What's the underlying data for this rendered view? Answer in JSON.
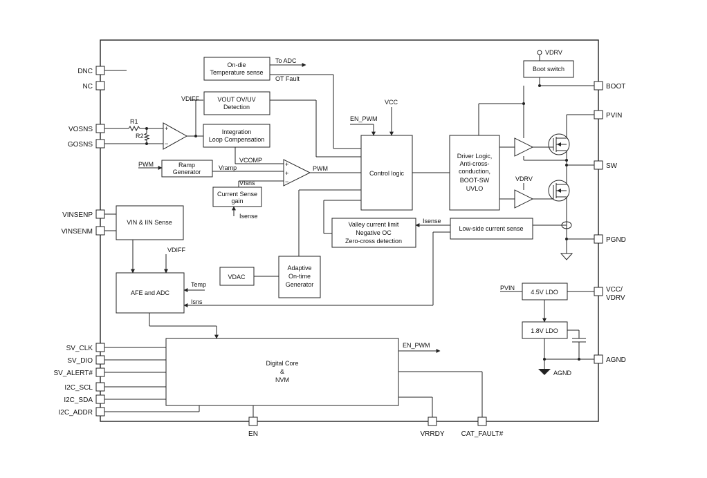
{
  "pins": {
    "dnc": "DNC",
    "nc": "NC",
    "vosns": "VOSNS",
    "gosns": "GOSNS",
    "vinsenp": "VINSENP",
    "vinsenm": "VINSENM",
    "sv_clk": "SV_CLK",
    "sv_dio": "SV_DIO",
    "sv_alert": "SV_ALERT#",
    "i2c_scl": "I2C_SCL",
    "i2c_sda": "I2C_SDA",
    "i2c_addr": "I2C_ADDR",
    "boot": "BOOT",
    "pvin": "PVIN",
    "sw": "SW",
    "pgnd": "PGND",
    "vcc_vdrv_1": "VCC/",
    "vcc_vdrv_2": "VDRV",
    "agnd": "AGND",
    "en": "EN",
    "vrrdy": "VRRDY",
    "cat_fault": "CAT_FAULT#"
  },
  "blocks": {
    "temp_1": "On-die",
    "temp_2": "Temperature sense",
    "vout_1": "VOUT OV/UV",
    "vout_2": "Detection",
    "integ_1": "Integration",
    "integ_2": "Loop Compensation",
    "ramp_1": "Ramp",
    "ramp_2": "Generator",
    "cs_gain_1": "Current Sense",
    "cs_gain_2": "gain",
    "control": "Control logic",
    "driver_1": "Driver Logic,",
    "driver_2": "Anti-cross-",
    "driver_3": "conduction,",
    "driver_4": "BOOT-SW",
    "driver_5": "UVLO",
    "boot_switch": "Boot switch",
    "valley_1": "Valley current limit",
    "valley_2": "Negative OC",
    "valley_3": "Zero-cross detection",
    "low_side": "Low-side current sense",
    "vin_sense": "VIN & IIN Sense",
    "afe": "AFE and ADC",
    "vdac": "VDAC",
    "aot_1": "Adaptive",
    "aot_2": "On-time",
    "aot_3": "Generator",
    "ldo45": "4.5V LDO",
    "ldo18": "1.8V LDO",
    "core_1": "Digital Core",
    "core_2": "&",
    "core_3": "NVM"
  },
  "signals": {
    "to_adc": "To ADC",
    "ot_fault": "OT Fault",
    "vdiff_top": "VDIFF",
    "vcc": "VCC",
    "en_pwm_top": "EN_PWM",
    "r1": "R1",
    "r2": "R2",
    "pwm_in": "PWM",
    "vramp": "Vramp",
    "vcomp": "VCOMP",
    "pwm_out": "PWM",
    "visns": "VIsns",
    "isense_in": "Isense",
    "isense_valley": "Isense",
    "vdrv_top": "VDRV",
    "vdrv_mid": "VDRV",
    "vdiff_afe": "VDIFF",
    "temp": "Temp",
    "isns": "Isns",
    "pvin_ldo": "PVIN",
    "en_pwm_core": "EN_PWM",
    "agnd_gnd": "AGND",
    "plus_1": "+",
    "minus_1": "−",
    "plus_2": "+",
    "plus_3": "+",
    "minus_2": "−"
  }
}
